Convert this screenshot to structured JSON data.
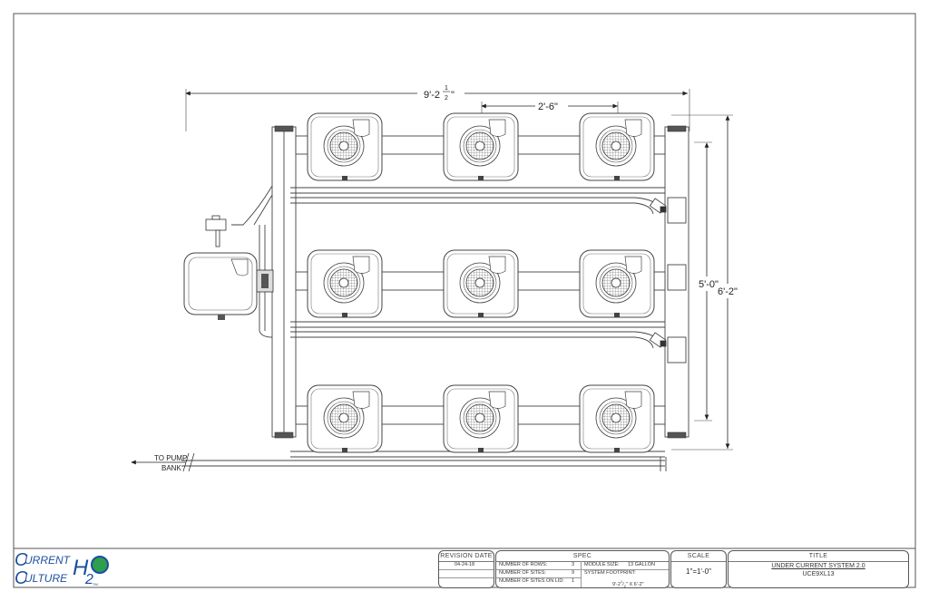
{
  "drawing": {
    "dim_overall_width": "9'-2",
    "dim_overall_width_frac_num": "1",
    "dim_overall_width_frac_den": "2",
    "dim_overall_width_inch": "\"",
    "dim_module_spacing": "2'-6\"",
    "dim_inner_height": "5'-0\"",
    "dim_overall_height": "6'-2\"",
    "pump_label_line1": "TO PUMP",
    "pump_label_line2": "BANK",
    "module_count": 9,
    "rows": 3,
    "columns": 3,
    "line_color": "#444444"
  },
  "title_block": {
    "logo": {
      "line1": "URRENT",
      "line1_cap": "C",
      "line2": "ULTURE",
      "line2_cap": "C",
      "h": "H",
      "two": "2",
      "o": "O",
      "tm": "TM",
      "brand_blue": "#1b4fa0",
      "brand_green": "#2e9e4f"
    },
    "revision": {
      "header": "REVISION DATE",
      "date": "04-24-18"
    },
    "spec": {
      "header": "SPEC",
      "rows_label": "NUMBER OF ROWS:",
      "rows_value": "3",
      "sites_label": "NUMBER OF SITES:",
      "sites_value": "9",
      "sites_lid_label": "NUMBER OF SITES ON LID:",
      "sites_lid_value": "1",
      "module_size_label": "MODULE SIZE:",
      "module_size_value": "13 GALLON",
      "footprint_label": "SYSTEM FOOTPRINT:",
      "footprint_value_a": "9'-2",
      "footprint_value_b": "\" X 6'-2\""
    },
    "scale": {
      "header": "SCALE",
      "value": "1\"=1'-0\""
    },
    "title": {
      "header": "TITLE",
      "name": "UNDER CURRENT SYSTEM 2.0",
      "code": "UCE9XL13"
    }
  }
}
